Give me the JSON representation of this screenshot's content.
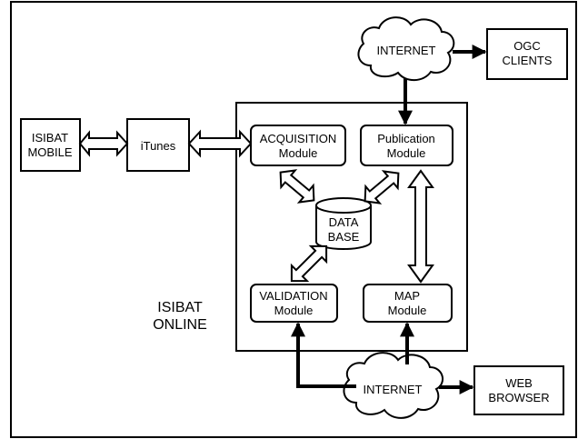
{
  "nodes": {
    "isibat_mobile": {
      "line1": "ISIBAT",
      "line2": "MOBILE"
    },
    "itunes": {
      "label": "iTunes"
    },
    "acquisition_module": {
      "line1": "ACQUISITION",
      "line2": "Module"
    },
    "publication_module": {
      "line1": "Publication",
      "line2": "Module"
    },
    "database": {
      "line1": "DATA",
      "line2": "BASE"
    },
    "validation_module": {
      "line1": "VALIDATION",
      "line2": "Module"
    },
    "map_module": {
      "line1": "MAP",
      "line2": "Module"
    },
    "isibat_online": {
      "line1": "ISIBAT",
      "line2": "ONLINE"
    },
    "internet_top": {
      "label": "INTERNET"
    },
    "internet_bottom": {
      "label": "INTERNET"
    },
    "ogc_clients": {
      "line1": "OGC",
      "line2": "CLIENTS"
    },
    "web_browser": {
      "line1": "WEB",
      "line2": "BROWSER"
    }
  },
  "colors": {
    "stroke": "#000000",
    "fill": "#ffffff"
  }
}
